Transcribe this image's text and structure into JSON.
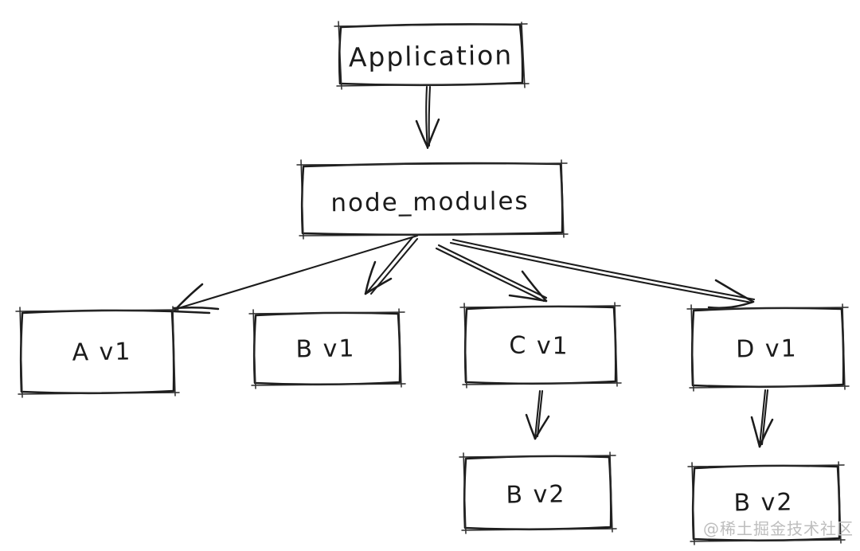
{
  "diagram": {
    "type": "dependency-tree",
    "nodes": {
      "application": {
        "label": "Application"
      },
      "node_modules": {
        "label": "node_modules"
      },
      "a_v1": {
        "label": "A v1"
      },
      "b_v1": {
        "label": "B v1"
      },
      "c_v1": {
        "label": "C v1"
      },
      "d_v1": {
        "label": "D v1"
      },
      "b_v2_left": {
        "label": "B v2"
      },
      "b_v2_right": {
        "label": "B v2"
      }
    },
    "edges": [
      {
        "from": "application",
        "to": "node_modules"
      },
      {
        "from": "node_modules",
        "to": "a_v1"
      },
      {
        "from": "node_modules",
        "to": "b_v1"
      },
      {
        "from": "node_modules",
        "to": "c_v1"
      },
      {
        "from": "node_modules",
        "to": "d_v1"
      },
      {
        "from": "c_v1",
        "to": "b_v2_left"
      },
      {
        "from": "d_v1",
        "to": "b_v2_right"
      }
    ],
    "style": {
      "ink_color": "#1c1c1c",
      "background": "#ffffff"
    }
  },
  "watermark": {
    "text": "@稀土掘金技术社区",
    "color": "#bdbdbd"
  }
}
